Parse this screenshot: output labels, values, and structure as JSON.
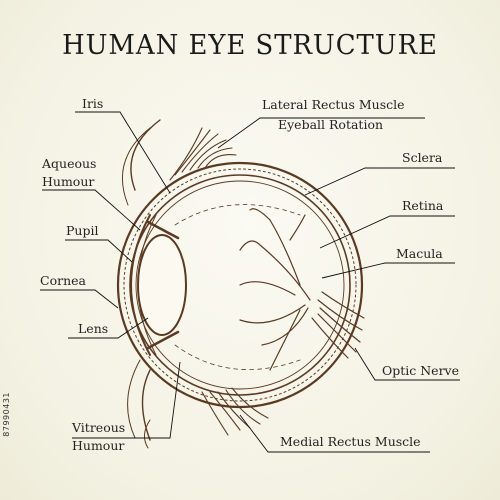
{
  "title": "HUMAN EYE STRUCTURE",
  "labels": {
    "iris": "Iris",
    "aqueous_1": "Aqueous",
    "aqueous_2": "Humour",
    "pupil": "Pupil",
    "cornea": "Cornea",
    "lens": "Lens",
    "vitreous_1": "Vitreous",
    "vitreous_2": "Humour",
    "lateral_1": "Lateral Rectus Muscle",
    "lateral_2": "Eyeball Rotation",
    "sclera": "Sclera",
    "retina": "Retina",
    "macula": "Macula",
    "optic": "Optic Nerve",
    "medial": "Medial Rectus Muscle"
  },
  "credit": "87990431",
  "colors": {
    "ink": "#5a3a22",
    "line": "#111111",
    "bg": "#f6f4e8"
  }
}
